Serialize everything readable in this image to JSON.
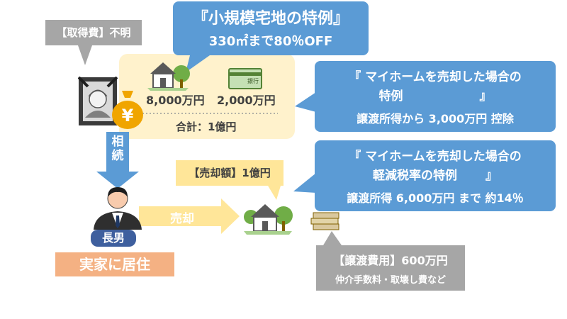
{
  "acquisition": {
    "label": "【取得費】不明"
  },
  "small_land_special": {
    "title": "『小規模宅地の特例』",
    "detail": "330㎡まで80％OFF"
  },
  "estate": {
    "house_value": "8,000万円",
    "bank_value": "2,000万円",
    "bank_text": "銀行",
    "total": "合計：1億円"
  },
  "yen_symbol": "¥",
  "inherit": {
    "label": "相続"
  },
  "son": {
    "label": "長男",
    "residence": "実家に居住"
  },
  "sale": {
    "arrow_label": "売却",
    "amount": "【売却額】1億円"
  },
  "transfer_cost": {
    "title": "【譲渡費用】600万円",
    "detail": "仲介手数料・取壊し費など"
  },
  "myhome_special": {
    "line1": "『 マイホームを売却した場合の",
    "line2": "特例　　　　　　 』",
    "detail": "譲渡所得から 3,000万円 控除"
  },
  "reduced_tax": {
    "line1": "『 マイホームを売却した場合の",
    "line2": "軽減税率の特例　　 』",
    "detail": "譲渡所得 6,000万円 まで 約14％"
  },
  "colors": {
    "blue": "#5b9bd5",
    "gray": "#a6a6a6",
    "yellow": "#ffe699",
    "navy": "#3e5f9e",
    "orange": "#f4b183"
  }
}
